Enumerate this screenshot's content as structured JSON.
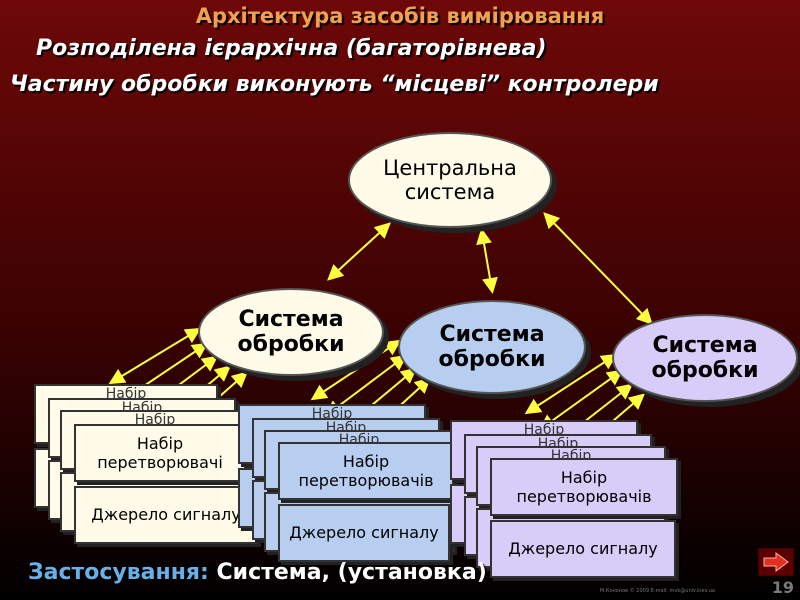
{
  "header": {
    "title": "Архітектура засобів вимірювання",
    "subtitle": "Розподілена ієрархічна (багаторівнева)",
    "subtitle2": "Частину обробки виконують “місцеві” контролери"
  },
  "diagram": {
    "central": "Центральна система",
    "processing": [
      "Система обробки",
      "Система обробки",
      "Система обробки"
    ],
    "converter_label": "Набір перетворювачів",
    "converter_label_clipped": "Набір перетворювачі",
    "source_label": "Джерело сигналу",
    "ghost_label": "Набір",
    "arrow_color": "#ffff40"
  },
  "footer": {
    "label": "Застосування:",
    "value": "Система, (установка)",
    "page_number": "19",
    "credit": "М.Кононов © 2009 E-mail: mvk@univ.kiev.ua"
  },
  "colors": {
    "title": "#f0a050",
    "ellipse_light": "#fffbe8",
    "ellipse_blue": "#b8cef0",
    "ellipse_violet": "#d8ccf8",
    "footer_label": "#6ab0e8"
  }
}
